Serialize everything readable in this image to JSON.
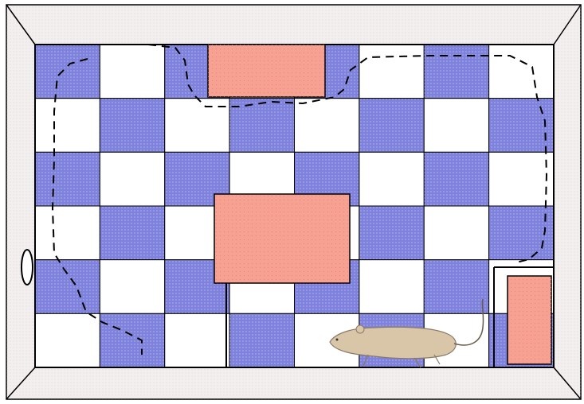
{
  "diagram": {
    "grid": {
      "columns": 8,
      "rows": 6,
      "pattern": "checkerboard",
      "first_cell_shaded": true
    },
    "colors": {
      "floor_blue": "#7f82dc",
      "floor_white": "#ffffff",
      "block_pink": "#f7a193",
      "wall_outer": "#f4f0f0",
      "wall_inner": "#e6e0e0",
      "line": "#000000",
      "mouse_body": "#d9c6a9"
    },
    "elements": {
      "blocks": 3,
      "mouse": "mouse-icon",
      "door": "door-icon",
      "path": "dashed-path"
    }
  }
}
